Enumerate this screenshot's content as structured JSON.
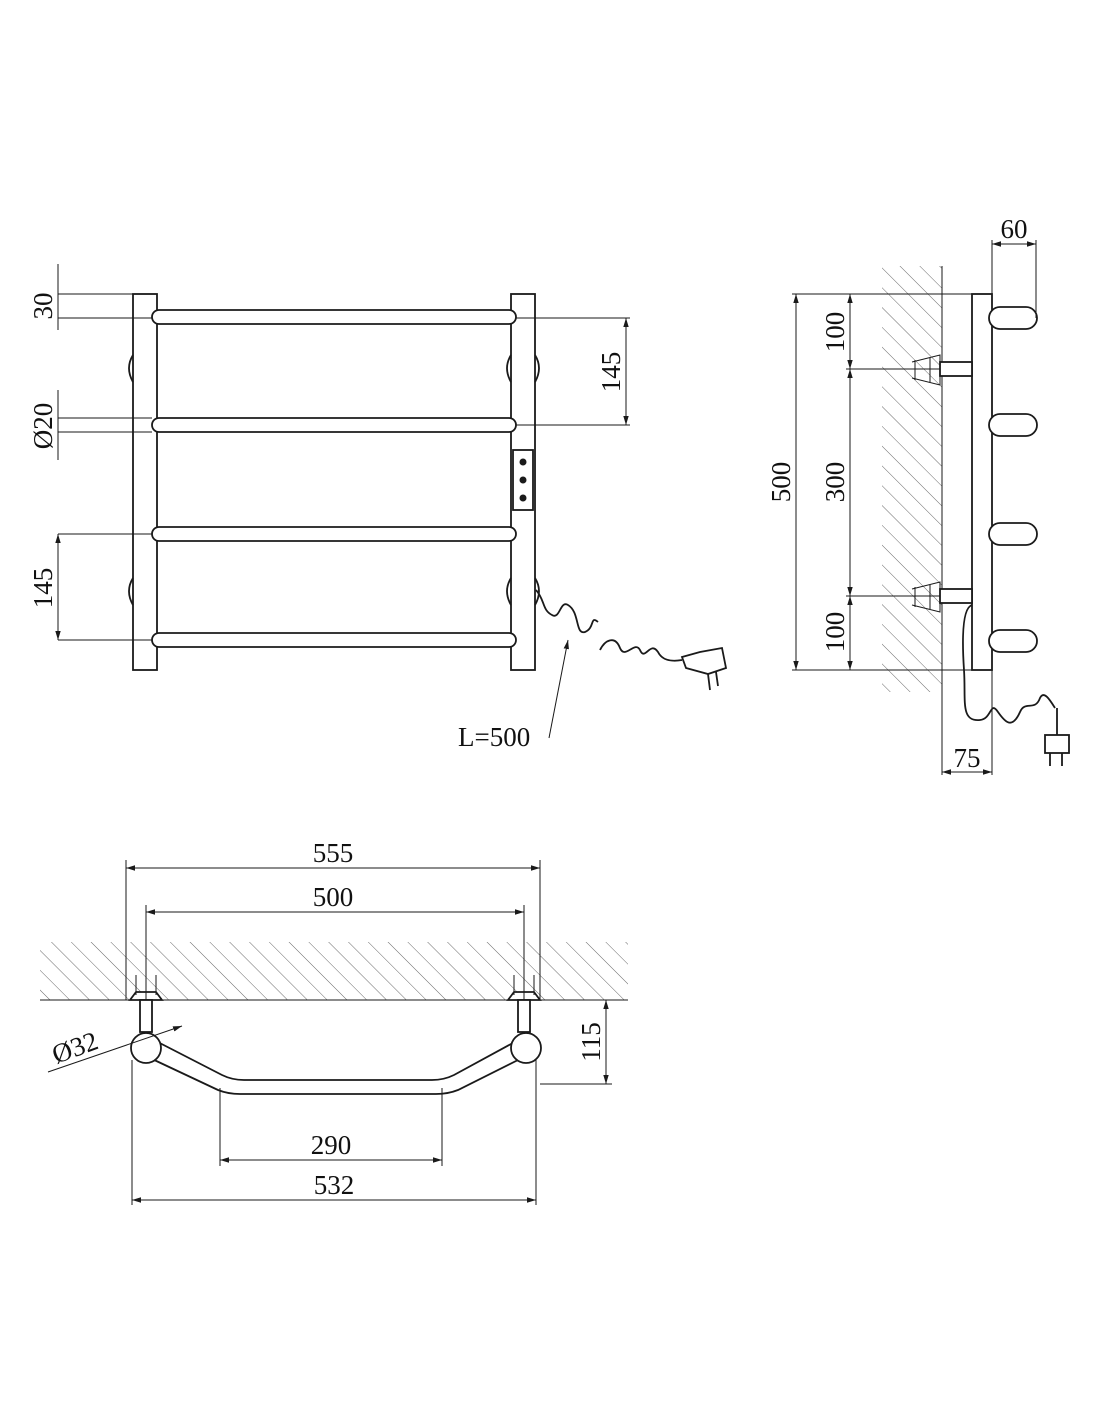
{
  "front_view": {
    "dim_top_gap": "30",
    "dim_rail_diameter": "Ø20",
    "dim_left_spacing": "145",
    "dim_right_spacing": "145",
    "dim_cable_length": "L=500"
  },
  "side_view": {
    "dim_depth": "60",
    "dim_height": "500",
    "dim_top_offset": "100",
    "dim_mount_spacing": "300",
    "dim_bottom_offset": "100",
    "dim_wall_offset": "75"
  },
  "top_view": {
    "dim_overall_width": "555",
    "dim_mount_centers": "500",
    "dim_post_diameter": "Ø32",
    "dim_projection": "115",
    "dim_straight_section": "290",
    "dim_post_width": "532"
  }
}
